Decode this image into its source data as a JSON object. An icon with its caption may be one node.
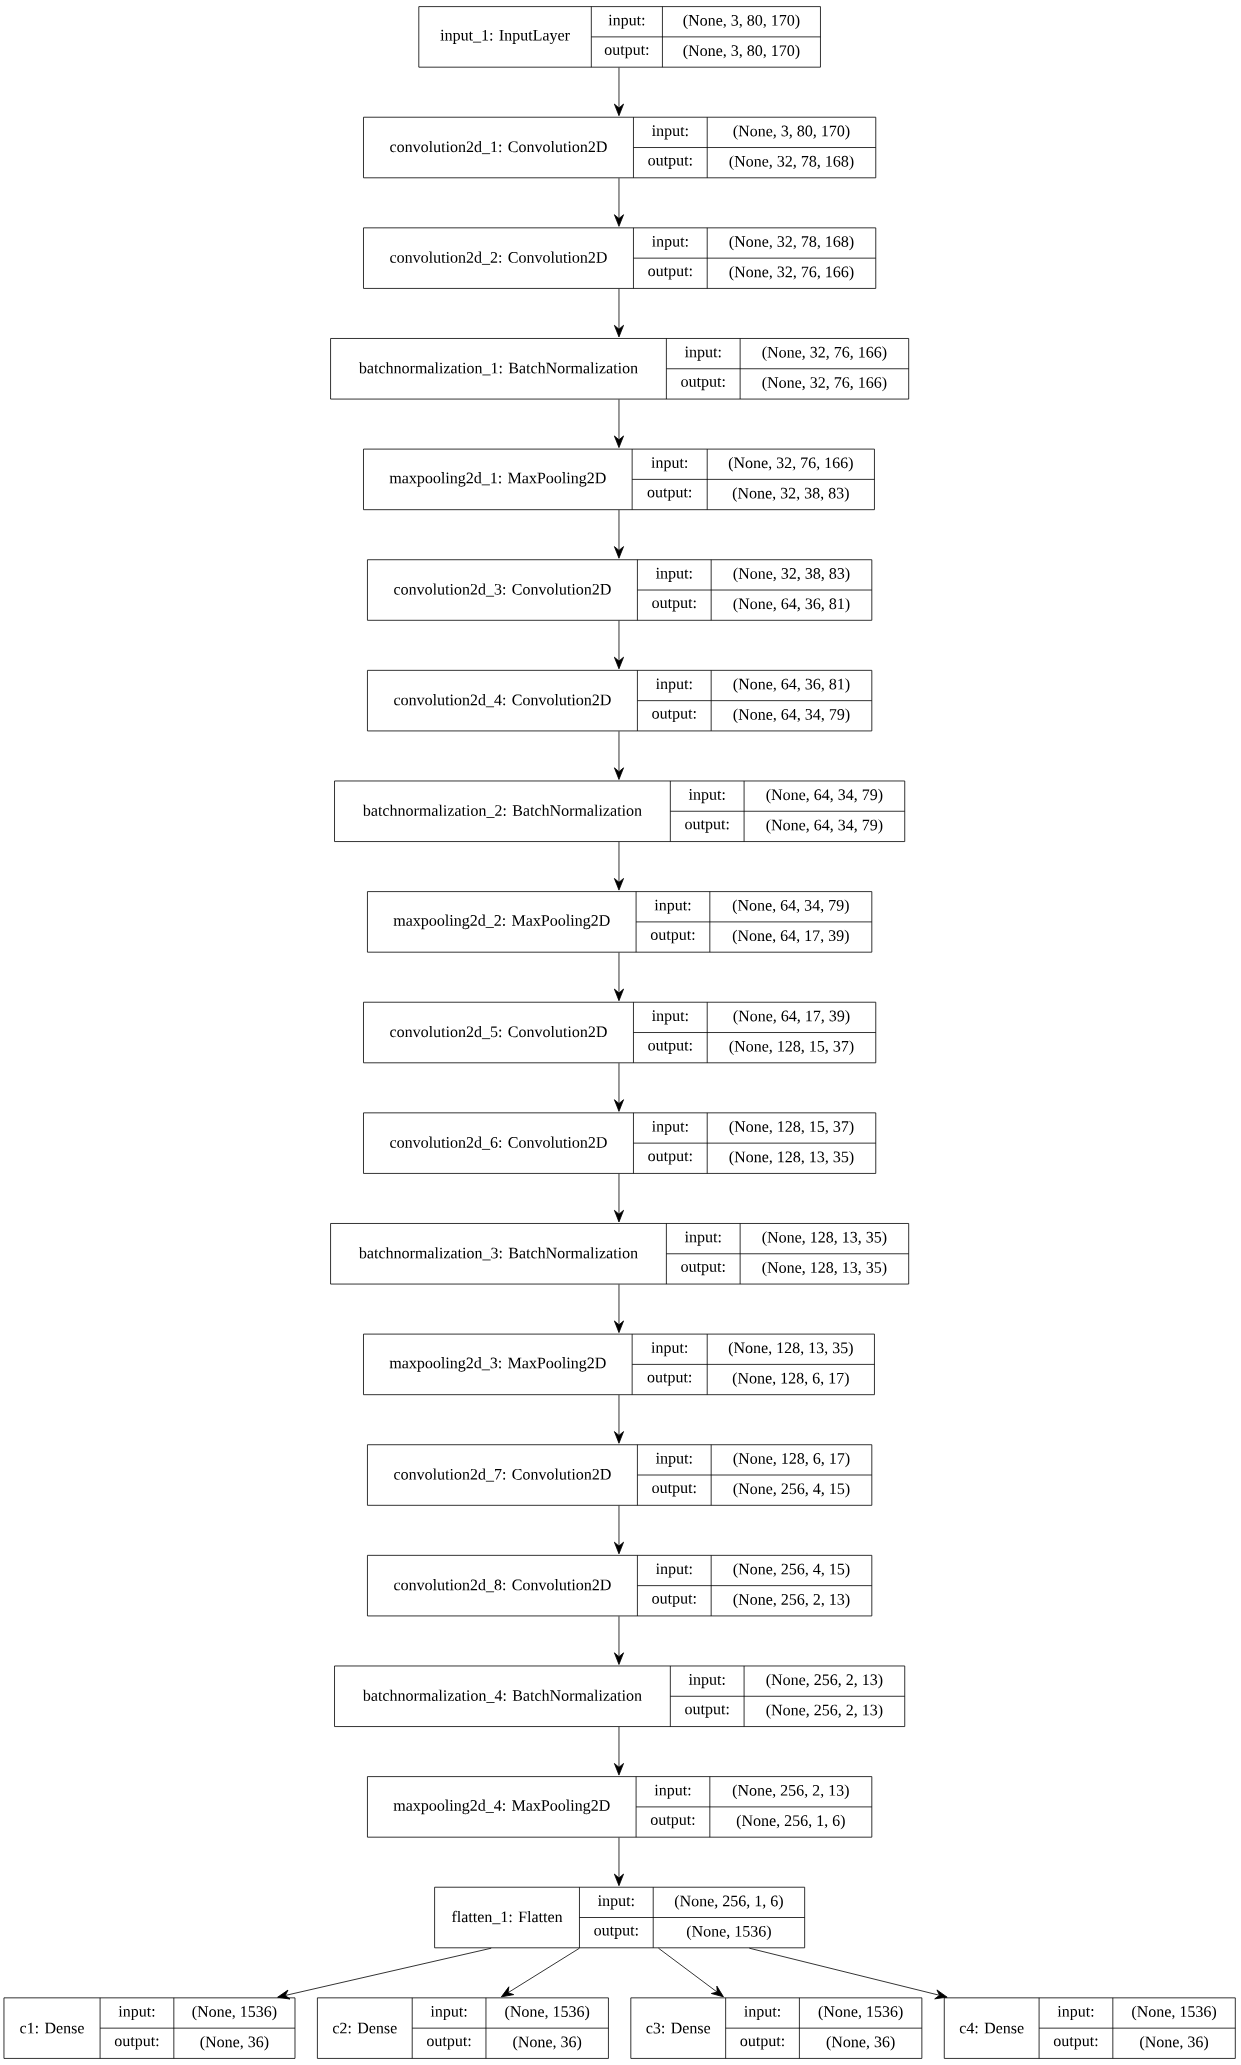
{
  "diagram": {
    "nodes": [
      {
        "text": [
          "input_1: InputLayer",
          "input:",
          "(None, 3, 80, 170)",
          "output:",
          "(None, 3, 80, 170)"
        ]
      },
      {
        "text": [
          "convolution2d_1: Convolution2D",
          "input:",
          "(None, 3, 80, 170)",
          "output:",
          "(None, 32, 78, 168)"
        ]
      },
      {
        "text": [
          "convolution2d_2: Convolution2D",
          "input:",
          "(None, 32, 78, 168)",
          "output:",
          "(None, 32, 76, 166)"
        ]
      },
      {
        "text": [
          "batchnormalization_1: BatchNormalization",
          "input:",
          "(None, 32, 76, 166)",
          "output:",
          "(None, 32, 76, 166)"
        ]
      },
      {
        "text": [
          "maxpooling2d_1: MaxPooling2D",
          "input:",
          "(None, 32, 76, 166)",
          "output:",
          "(None, 32, 38, 83)"
        ]
      },
      {
        "text": [
          "convolution2d_3: Convolution2D",
          "input:",
          "(None, 32, 38, 83)",
          "output:",
          "(None, 64, 36, 81)"
        ]
      },
      {
        "text": [
          "convolution2d_4: Convolution2D",
          "input:",
          "(None, 64, 36, 81)",
          "output:",
          "(None, 64, 34, 79)"
        ]
      },
      {
        "text": [
          "batchnormalization_2: BatchNormalization",
          "input:",
          "(None, 64, 34, 79)",
          "output:",
          "(None, 64, 34, 79)"
        ]
      },
      {
        "text": [
          "maxpooling2d_2: MaxPooling2D",
          "input:",
          "(None, 64, 34, 79)",
          "output:",
          "(None, 64, 17, 39)"
        ]
      },
      {
        "text": [
          "convolution2d_5: Convolution2D",
          "input:",
          "(None, 64, 17, 39)",
          "output:",
          "(None, 128, 15, 37)"
        ]
      },
      {
        "text": [
          "convolution2d_6: Convolution2D",
          "input:",
          "(None, 128, 15, 37)",
          "output:",
          "(None, 128, 13, 35)"
        ]
      },
      {
        "text": [
          "batchnormalization_3: BatchNormalization",
          "input:",
          "(None, 128, 13, 35)",
          "output:",
          "(None, 128, 13, 35)"
        ]
      },
      {
        "text": [
          "maxpooling2d_3: MaxPooling2D",
          "input:",
          "(None, 128, 13, 35)",
          "output:",
          "(None, 128, 6, 17)"
        ]
      },
      {
        "text": [
          "convolution2d_7: Convolution2D",
          "input:",
          "(None, 128, 6, 17)",
          "output:",
          "(None, 256, 4, 15)"
        ]
      },
      {
        "text": [
          "convolution2d_8: Convolution2D",
          "input:",
          "(None, 256, 4, 15)",
          "output:",
          "(None, 256, 2, 13)"
        ]
      },
      {
        "text": [
          "batchnormalization_4: BatchNormalization",
          "input:",
          "(None, 256, 2, 13)",
          "output:",
          "(None, 256, 2, 13)"
        ]
      },
      {
        "text": [
          "maxpooling2d_4: MaxPooling2D",
          "input:",
          "(None, 256, 2, 13)",
          "output:",
          "(None, 256, 1, 6)"
        ]
      },
      {
        "text": [
          "flatten_1: Flatten",
          "input:",
          "(None, 256, 1, 6)",
          "output:",
          "(None, 1536)"
        ]
      },
      {
        "text": [
          "c1: Dense",
          "input:",
          "(None, 1536)",
          "output:",
          "(None, 36)"
        ]
      },
      {
        "text": [
          "c2: Dense",
          "input:",
          "(None, 1536)",
          "output:",
          "(None, 36)"
        ]
      },
      {
        "text": [
          "c3: Dense",
          "input:",
          "(None, 1536)",
          "output:",
          "(None, 36)"
        ]
      },
      {
        "text": [
          "c4: Dense",
          "input:",
          "(None, 1536)",
          "output:",
          "(None, 36)"
        ]
      }
    ],
    "edges": [
      {
        "from": 0,
        "to": 1,
        "arrow": "to"
      },
      {
        "from": 1,
        "to": 2,
        "arrow": "to"
      },
      {
        "from": 2,
        "to": 3,
        "arrow": "to"
      },
      {
        "from": 3,
        "to": 4,
        "arrow": "to"
      },
      {
        "from": 4,
        "to": 5,
        "arrow": "to"
      },
      {
        "from": 5,
        "to": 6,
        "arrow": "to"
      },
      {
        "from": 6,
        "to": 7,
        "arrow": "to"
      },
      {
        "from": 7,
        "to": 8,
        "arrow": "to"
      },
      {
        "from": 8,
        "to": 9,
        "arrow": "to"
      },
      {
        "from": 9,
        "to": 10,
        "arrow": "to"
      },
      {
        "from": 10,
        "to": 11,
        "arrow": "to"
      },
      {
        "from": 11,
        "to": 12,
        "arrow": "to"
      },
      {
        "from": 12,
        "to": 13,
        "arrow": "to"
      },
      {
        "from": 13,
        "to": 14,
        "arrow": "to"
      },
      {
        "from": 14,
        "to": 15,
        "arrow": "to"
      },
      {
        "from": 15,
        "to": 16,
        "arrow": "to"
      },
      {
        "from": 16,
        "to": 17,
        "arrow": "to"
      },
      {
        "from": 17,
        "to": 18,
        "arrow": "to"
      },
      {
        "from": 17,
        "to": 19,
        "arrow": "to"
      },
      {
        "from": 17,
        "to": 20,
        "arrow": "to"
      },
      {
        "from": 17,
        "to": 21,
        "arrow": "to"
      }
    ]
  }
}
